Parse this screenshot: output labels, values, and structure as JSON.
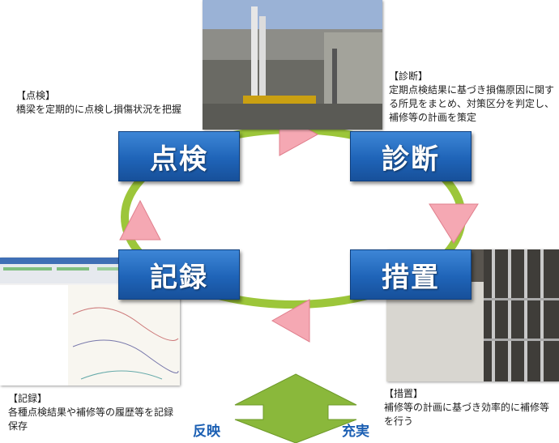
{
  "steps": {
    "inspect": {
      "label": "点検",
      "note_title": "【点検】",
      "note_body": "橋梁を定期的に点検し損傷状況を把握"
    },
    "diagnose": {
      "label": "診断",
      "note_title": "【診断】",
      "note_body": "定期点検結果に基づき損傷原因に関する所見をまとめ、対策区分を判定し、補修等の計画を策定"
    },
    "measure": {
      "label": "措置",
      "note_title": "【措置】",
      "note_body": "補修等の計画に基づき効率的に補修等を行う"
    },
    "record": {
      "label": "記録",
      "note_title": "【記録】",
      "note_body": "各種点検結果や補修等の履歴等を記録保存"
    }
  },
  "feedback": {
    "left": "反映",
    "right": "充実"
  },
  "colors": {
    "box_blue": "#1f64b8",
    "cycle_green": "#9cc63a",
    "arrow_pink": "#f4a3ad",
    "updown_green": "#8ab83b"
  }
}
